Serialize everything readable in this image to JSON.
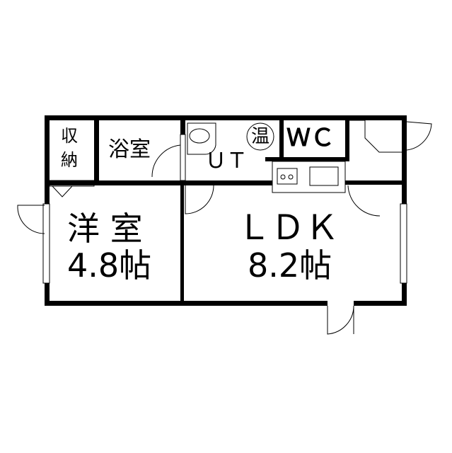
{
  "rooms": {
    "storage": {
      "line1": "収",
      "line2": "納"
    },
    "bath": {
      "label": "浴室"
    },
    "utility": {
      "label": "ＵＴ"
    },
    "water_heater": {
      "label": "温"
    },
    "toilet": {
      "label": "ＷＣ"
    },
    "western_room": {
      "label": "洋 室",
      "size": "4.8帖"
    },
    "ldk": {
      "label": "ＬＤＫ",
      "size": "8.2帖"
    }
  }
}
